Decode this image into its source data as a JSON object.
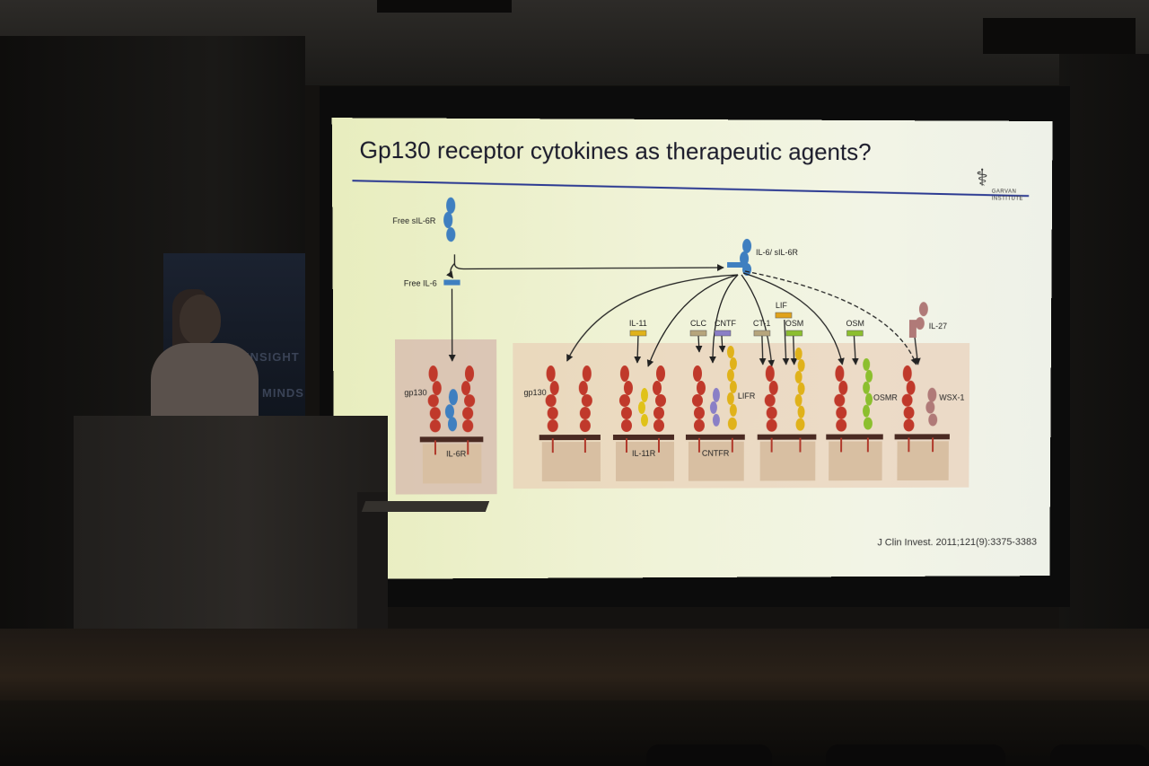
{
  "slide": {
    "title": "Gp130 receptor cytokines as therapeutic agents?",
    "logo": {
      "line1": "GARVAN",
      "line2": "INSTITUTE"
    },
    "citation": "J Clin Invest. 2011;121(9):3375-3383"
  },
  "diagram": {
    "top_labels": {
      "free_sil6r": "Free sIL-6R",
      "free_il6": "Free IL-6",
      "complex": "IL-6/ sIL-6R"
    },
    "ligands": {
      "il11": "IL-11",
      "clc": "CLC",
      "cntf": "CNTF",
      "ct1": "CT-1",
      "lif": "LIF",
      "osm_a": "OSM",
      "osm_b": "OSM",
      "il27": "IL-27"
    },
    "receptor_labels": {
      "gp130_left": "gp130",
      "il6r": "IL-6R",
      "gp130_main": "gp130",
      "il11r": "IL-11R",
      "lifr": "LIFR",
      "cntfr": "CNTFR",
      "osmr": "OSMR",
      "wsx1": "WSX-1"
    }
  },
  "colors": {
    "receptor_red": "#c0392b",
    "receptor_blue": "#3f7fc0",
    "receptor_yellow": "#e0b21a",
    "receptor_green": "#8cbf2e",
    "receptor_purple": "#8a7fc6",
    "receptor_gray": "#b07a78",
    "title_rule": "#2c3a92"
  },
  "room": {
    "banner_text": [
      "INSIGHT",
      "MINDS"
    ]
  }
}
